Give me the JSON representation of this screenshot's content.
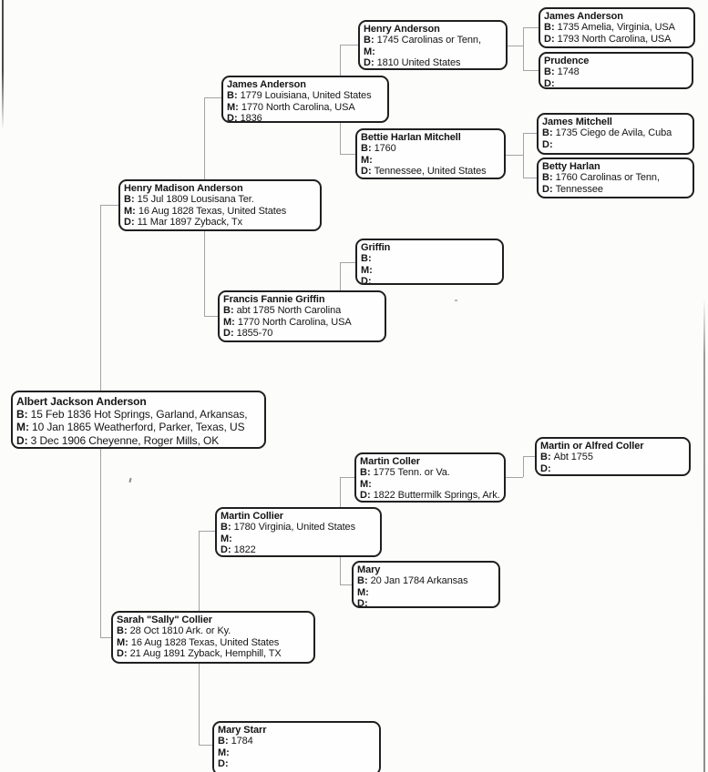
{
  "labels": {
    "b": "B:",
    "m": "M:",
    "d": "D:"
  },
  "colors": {
    "box_border": "#1f1f1f",
    "connector": "#a3a3a3",
    "page_bg": "#fcfcfb",
    "text": "#151515"
  },
  "people": {
    "albert": {
      "name": "Albert Jackson Anderson",
      "b": "15 Feb 1836 Hot Springs, Garland, Arkansas,",
      "m": "10 Jan 1865 Weatherford, Parker, Texas, US",
      "d": "3 Dec 1906 Cheyenne, Roger Mills, OK"
    },
    "henry_madison": {
      "name": "Henry Madison Anderson",
      "b": "15 Jul 1809 Lousisana Ter.",
      "m": "16 Aug 1828 Texas, United States",
      "d": "11 Mar 1897 Zyback, Tx"
    },
    "sarah": {
      "name": "Sarah \"Sally\" Collier",
      "b": "28 Oct 1810 Ark. or Ky.",
      "m": "16 Aug 1828 Texas, United States",
      "d": "21 Aug 1891 Zyback, Hemphill, TX"
    },
    "james2": {
      "name": "James Anderson",
      "b": "1779 Louisiana, United States",
      "m": "1770 North Carolina, USA",
      "d": "1836"
    },
    "francis": {
      "name": "Francis Fannie Griffin",
      "b": "abt 1785 North Carolina",
      "m": "1770 North Carolina, USA",
      "d": "1855-70"
    },
    "martin_collier2": {
      "name": "Martin Collier",
      "b": "1780 Virginia, United States",
      "m": "",
      "d": "1822"
    },
    "mary_starr": {
      "name": "Mary Starr",
      "b": "1784",
      "m": "",
      "d": ""
    },
    "henry_anderson3": {
      "name": "Henry Anderson",
      "b": "1745 Carolinas or Tenn,",
      "m": "",
      "d": "1810 United States"
    },
    "bettie": {
      "name": "Bettie Harlan Mitchell",
      "b": "1760",
      "m": "",
      "d": "Tennessee, United States"
    },
    "griffin": {
      "name": "Griffin",
      "b": "",
      "m": "",
      "d": ""
    },
    "martin_coller3": {
      "name": "Martin Coller",
      "b": "1775 Tenn. or Va.",
      "m": "",
      "d": "1822 Buttermilk Springs, Ark."
    },
    "mary3": {
      "name": "Mary",
      "b": "20 Jan 1784 Arkansas",
      "m": "",
      "d": ""
    },
    "james4": {
      "name": "James Anderson",
      "b": "1735 Amelia, Virginia, USA",
      "d": "1793 North Carolina, USA"
    },
    "prudence": {
      "name": "Prudence",
      "b": "1748",
      "d": ""
    },
    "james_mitchell": {
      "name": "James Mitchell",
      "b": "1735 Ciego de Avila, Cuba",
      "d": ""
    },
    "betty_harlan": {
      "name": "Betty Harlan",
      "b": "1760 Carolinas or Tenn,",
      "d": "Tennessee"
    },
    "martin_alfred": {
      "name": "Martin or Alfred Coller",
      "b": "Abt 1755",
      "d": ""
    }
  }
}
